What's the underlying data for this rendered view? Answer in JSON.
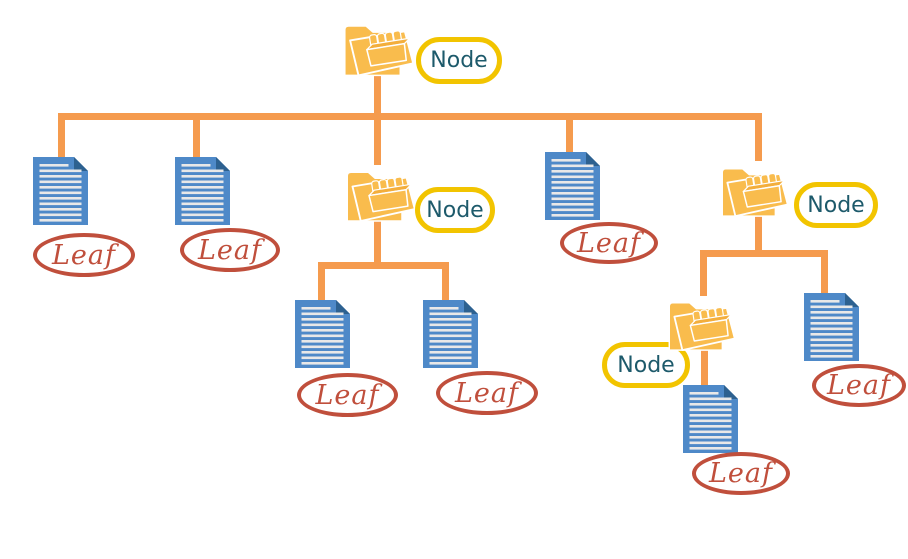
{
  "diagram_type": "composite-tree",
  "labels": {
    "node": "Node",
    "leaf": "Leaf"
  },
  "colors": {
    "connector": "#F59B4E",
    "folder": "#F9BC4D",
    "folder_shade": "#F3AE3C",
    "node_border": "#F2C400",
    "node_text": "#1D5A6B",
    "document": "#4E89C8",
    "document_fold": "#2D6190",
    "document_lines": "#E8E8E8",
    "leaf": "#C04F3C"
  },
  "tree": {
    "type": "node",
    "label": "Node",
    "children": [
      {
        "type": "leaf",
        "label": "Leaf"
      },
      {
        "type": "leaf",
        "label": "Leaf"
      },
      {
        "type": "node",
        "label": "Node",
        "children": [
          {
            "type": "leaf",
            "label": "Leaf"
          },
          {
            "type": "leaf",
            "label": "Leaf"
          }
        ]
      },
      {
        "type": "leaf",
        "label": "Leaf"
      },
      {
        "type": "node",
        "label": "Node",
        "children": [
          {
            "type": "node",
            "label": "Node",
            "children": [
              {
                "type": "leaf",
                "label": "Leaf"
              }
            ]
          },
          {
            "type": "leaf",
            "label": "Leaf"
          }
        ]
      }
    ]
  }
}
